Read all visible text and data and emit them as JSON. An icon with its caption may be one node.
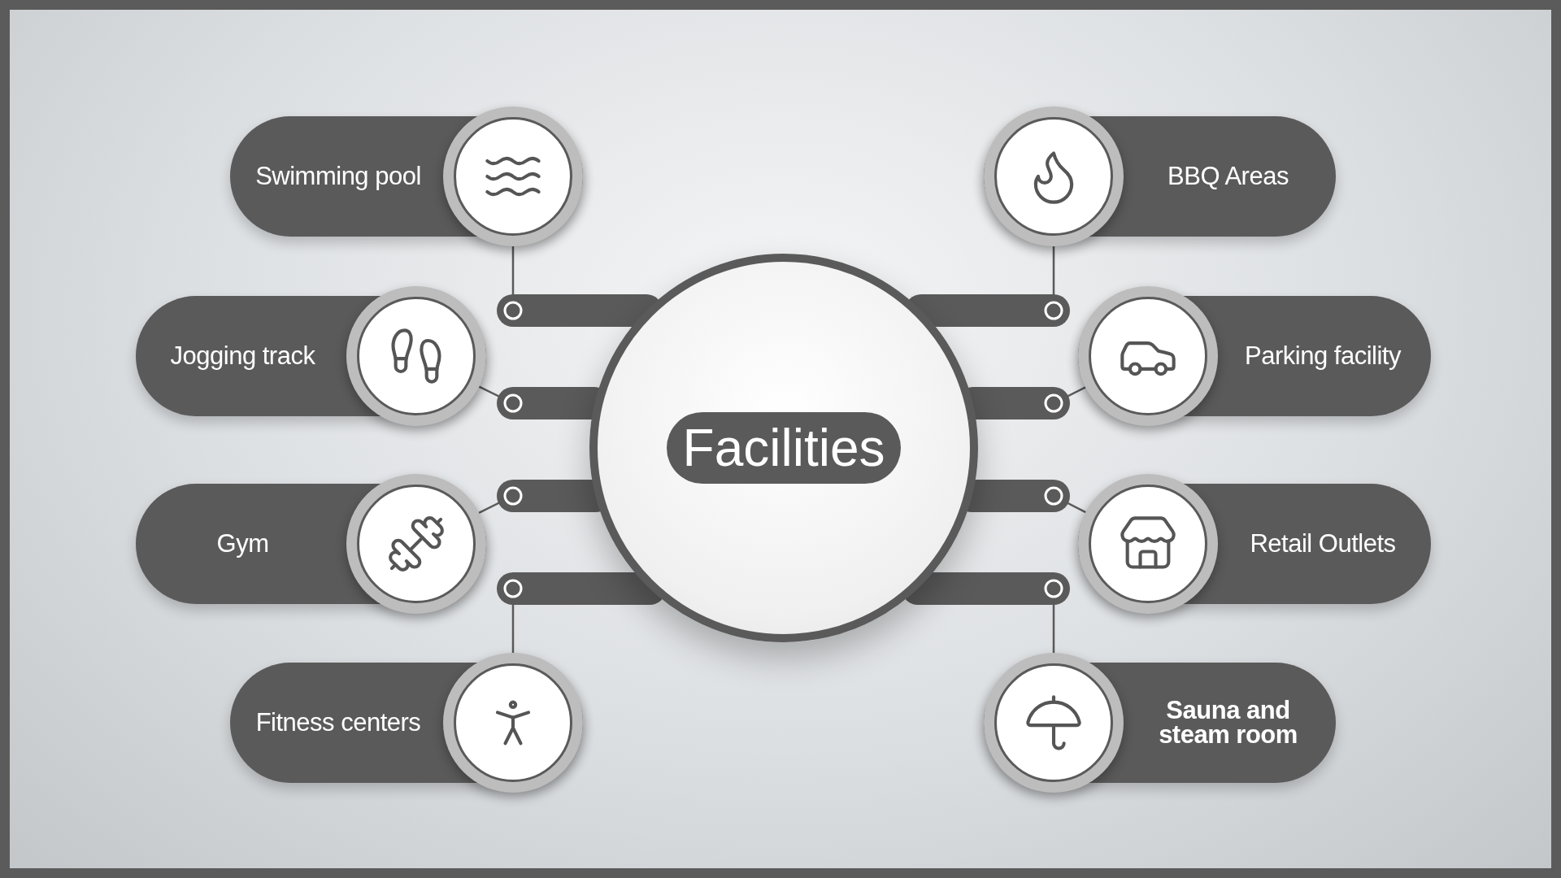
{
  "diagram": {
    "nodes": [
      {
        "text": [
          "Facilities"
        ]
      },
      {
        "text": [
          "Swimming pool"
        ]
      },
      {
        "text": [
          "Jogging track"
        ]
      },
      {
        "text": [
          "Gym"
        ]
      },
      {
        "text": [
          "Fitness centers"
        ]
      },
      {
        "text": [
          "BBQ Areas"
        ]
      },
      {
        "text": [
          "Parking facility"
        ]
      },
      {
        "text": [
          "Retail Outlets"
        ]
      },
      {
        "text": [
          "Sauna and steam room"
        ]
      }
    ],
    "edges": [
      {
        "from": 0,
        "to": 1,
        "arrow": "none"
      },
      {
        "from": 0,
        "to": 2,
        "arrow": "none"
      },
      {
        "from": 0,
        "to": 3,
        "arrow": "none"
      },
      {
        "from": 0,
        "to": 4,
        "arrow": "none"
      },
      {
        "from": 0,
        "to": 5,
        "arrow": "none"
      },
      {
        "from": 0,
        "to": 6,
        "arrow": "none"
      },
      {
        "from": 0,
        "to": 7,
        "arrow": "none"
      },
      {
        "from": 0,
        "to": 8,
        "arrow": "none"
      }
    ]
  }
}
